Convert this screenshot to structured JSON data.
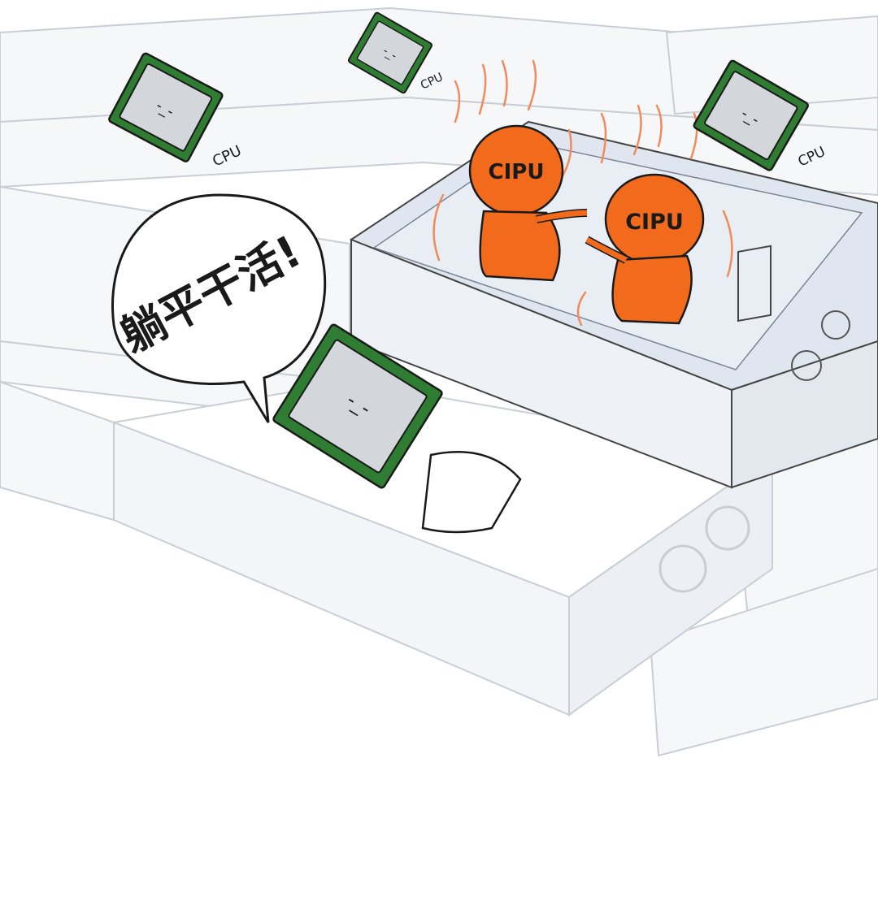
{
  "scene": {
    "speech_bubble_text": "躺平干活!",
    "hot_chip_label": "CIPU",
    "lazy_chip_label": "CPU"
  },
  "colors": {
    "background": "#ffffff",
    "cloud": "#c2c6cc",
    "server_line": "#c9ced6",
    "server_fill": "#f6f7f9",
    "open_box_inner": "#dfe6ef",
    "open_box_front": "#eef2f7",
    "chip_green": "#2e7d32",
    "chip_silver": "#d3d6da",
    "cipu_orange": "#f26a1b",
    "flame": "#f28a5a",
    "ink": "#1a1a1a"
  }
}
